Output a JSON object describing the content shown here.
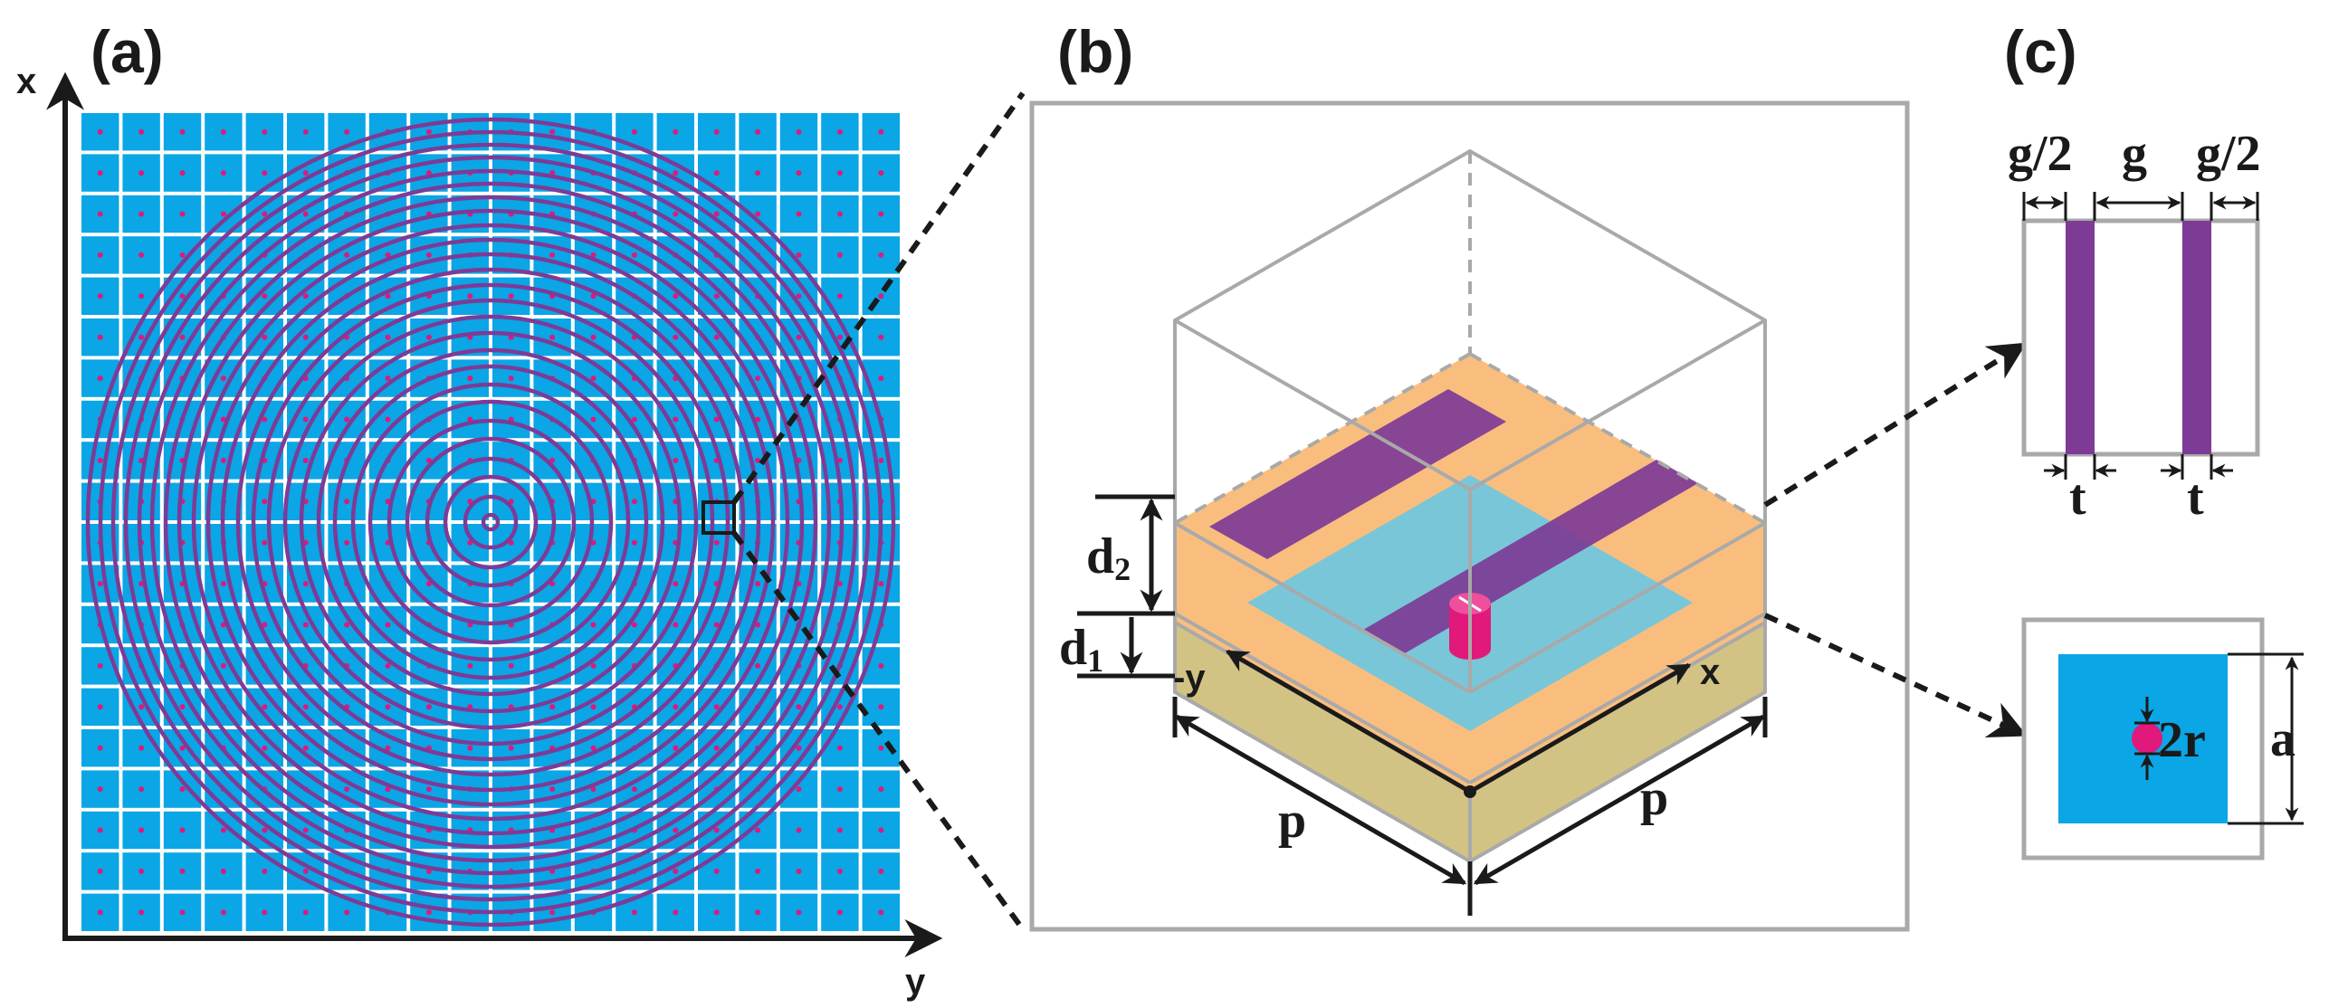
{
  "panels": {
    "a": {
      "label": "(a)",
      "axis_vertical": "x",
      "axis_horizontal": "y",
      "grid_cells": 20
    },
    "b": {
      "label": "(b)",
      "thickness_d2": "d",
      "thickness_d2_sub": "2",
      "thickness_d1": "d",
      "thickness_d1_sub": "1",
      "axis_neg_y": "-y",
      "axis_x": "x",
      "period_left": "p",
      "period_right": "p"
    },
    "c": {
      "label": "(c)",
      "gap_left": "g/2",
      "gap_mid": "g",
      "gap_right": "g/2",
      "strip_width_1": "t",
      "strip_width_2": "t",
      "hole_diameter": "2r",
      "patch_size": "a"
    }
  },
  "colors": {
    "cell_blue": "#0aa6e6",
    "ring_purple": "#7d3b96",
    "dot_pink": "#e0197a",
    "orange": "#f9be7e",
    "olive": "#d2c385",
    "light_blue": "#79c6d8",
    "frame_gray": "#a9a9a9",
    "ink": "#1a1a1a"
  }
}
